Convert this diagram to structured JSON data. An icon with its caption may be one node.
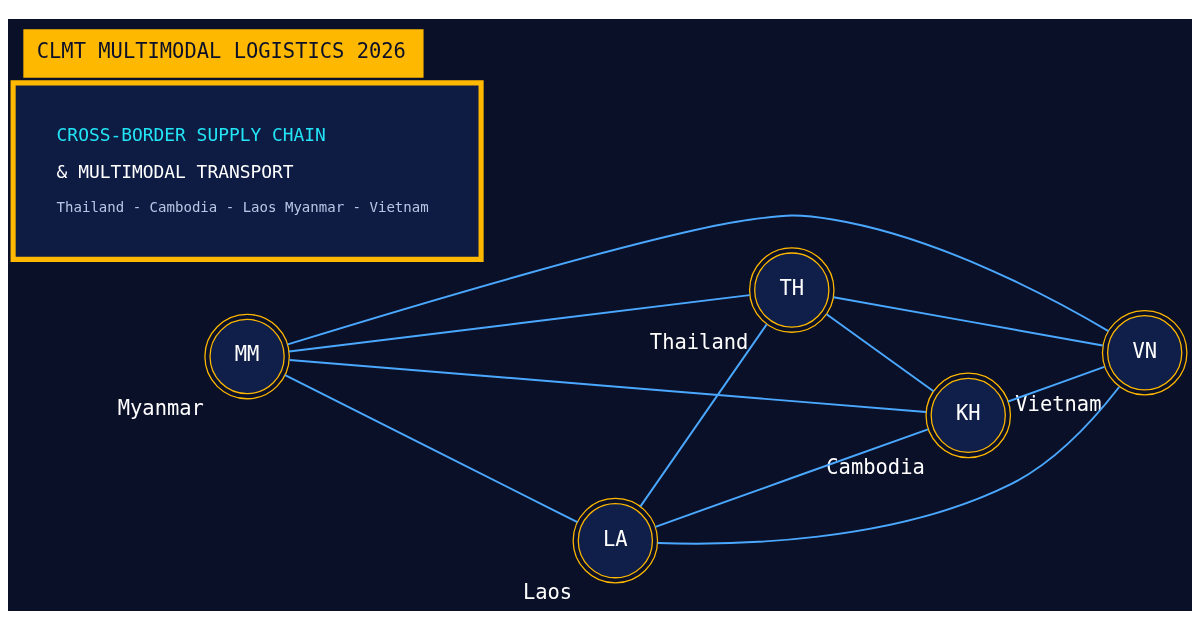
{
  "diagram": {
    "title": "CLMT MULTIMODAL LOGISTICS 2026",
    "nodes": [
      {
        "text": [
          "MM"
        ],
        "beside": [
          "Myanmar"
        ]
      },
      {
        "text": [
          "LA"
        ],
        "beside": [
          "Laos"
        ]
      },
      {
        "text": [
          "VN"
        ],
        "beside": [
          "Vietnam"
        ]
      },
      {
        "text": [
          "TH"
        ],
        "beside": [
          "Thailand"
        ]
      },
      {
        "text": [
          "KH"
        ],
        "beside": [
          "Cambodia"
        ]
      },
      {
        "text": [
          "CROSS-BORDER SUPPLY CHAIN",
          "& MULTIMODAL TRANSPORT",
          "Thailand - Cambodia - Laos Myanmar - Vietnam"
        ]
      }
    ],
    "edges": [
      {
        "from": 0,
        "to": 1,
        "arrow": "none"
      },
      {
        "from": 0,
        "to": 2,
        "arrow": "none"
      },
      {
        "from": 0,
        "to": 3,
        "arrow": "none"
      },
      {
        "from": 0,
        "to": 4,
        "arrow": "none"
      },
      {
        "from": 1,
        "to": 2,
        "arrow": "none"
      },
      {
        "from": 1,
        "to": 3,
        "arrow": "none"
      },
      {
        "from": 1,
        "to": 4,
        "arrow": "none"
      },
      {
        "from": 3,
        "to": 2,
        "arrow": "none"
      },
      {
        "from": 3,
        "to": 4,
        "arrow": "none"
      },
      {
        "from": 4,
        "to": 2,
        "arrow": "none"
      }
    ]
  }
}
